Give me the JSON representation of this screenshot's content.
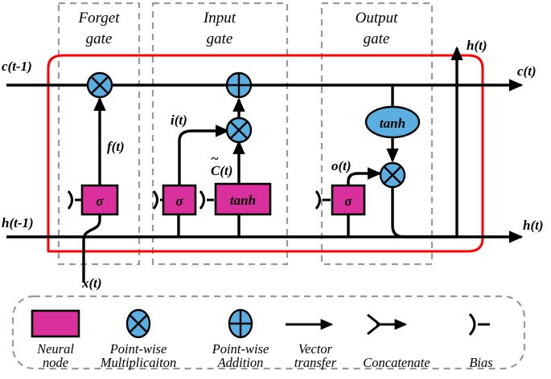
{
  "figure": {
    "title": "LSTM cell structure diagram",
    "colors": {
      "neural_node_fill": "#D9309E",
      "pointwise_fill": "#5BAEE0",
      "cell_state_highlight": "#FF0000",
      "gate_border": "#999999",
      "wire": "#000000"
    }
  },
  "gates": [
    {
      "id": "forget",
      "line1": "Forget",
      "line2": "gate"
    },
    {
      "id": "input",
      "line1": "Input",
      "line2": "gate"
    },
    {
      "id": "output",
      "line1": "Output",
      "line2": "gate"
    }
  ],
  "io_labels": {
    "cell_state_in": "c(t-1)",
    "cell_state_out": "c(t)",
    "hidden_in": "h(t-1)",
    "hidden_out_right": "h(t)",
    "hidden_out_top": "h(t)",
    "input_x": "x(t)"
  },
  "signals": {
    "forget_gate": "f(t)",
    "input_gate": "i(t)",
    "candidate": "C(t)",
    "candidate_accent": "~",
    "output_gate": "o(t)"
  },
  "neural_nodes": [
    {
      "id": "forget-sigma",
      "label": "σ"
    },
    {
      "id": "input-sigma",
      "label": "σ"
    },
    {
      "id": "candidate-tanh",
      "label": "tanh"
    },
    {
      "id": "output-sigma",
      "label": "σ"
    }
  ],
  "pointwise_ops": [
    {
      "id": "forget-multiply",
      "op": "multiply"
    },
    {
      "id": "cell-add",
      "op": "add"
    },
    {
      "id": "input-multiply",
      "op": "multiply"
    },
    {
      "id": "output-multiply",
      "op": "multiply"
    }
  ],
  "activation_ellipse": {
    "id": "cell-tanh",
    "label": "tanh"
  },
  "legend": {
    "items": [
      {
        "icon": "neural-node-icon",
        "line1": "Neural",
        "line2": "node"
      },
      {
        "icon": "pointwise-multiply-icon",
        "line1": "Point-wise",
        "line2": "Multiplicaiton"
      },
      {
        "icon": "pointwise-add-icon",
        "line1": "Point-wise",
        "line2": "Addition"
      },
      {
        "icon": "vector-transfer-icon",
        "line1": "Vector",
        "line2": "transfer"
      },
      {
        "icon": "concatenate-icon",
        "line1": "",
        "line2": "Concatenate"
      },
      {
        "icon": "bias-icon",
        "line1": "",
        "line2": "Bias"
      }
    ]
  }
}
